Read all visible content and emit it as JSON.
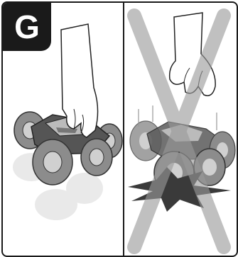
{
  "step": {
    "letter": "G"
  },
  "panels": [
    {
      "id": "correct",
      "depicts": "hand-lifting-car"
    },
    {
      "id": "incorrect",
      "depicts": "hand-dropping-car-crossed-out"
    }
  ],
  "colors": {
    "border": "#1a1a1a",
    "badge_bg": "#1a1a1a",
    "badge_text": "#ffffff",
    "cross": "#9a9a9a",
    "tire": "#8c8c8c",
    "impact": "#3a3a3a"
  }
}
